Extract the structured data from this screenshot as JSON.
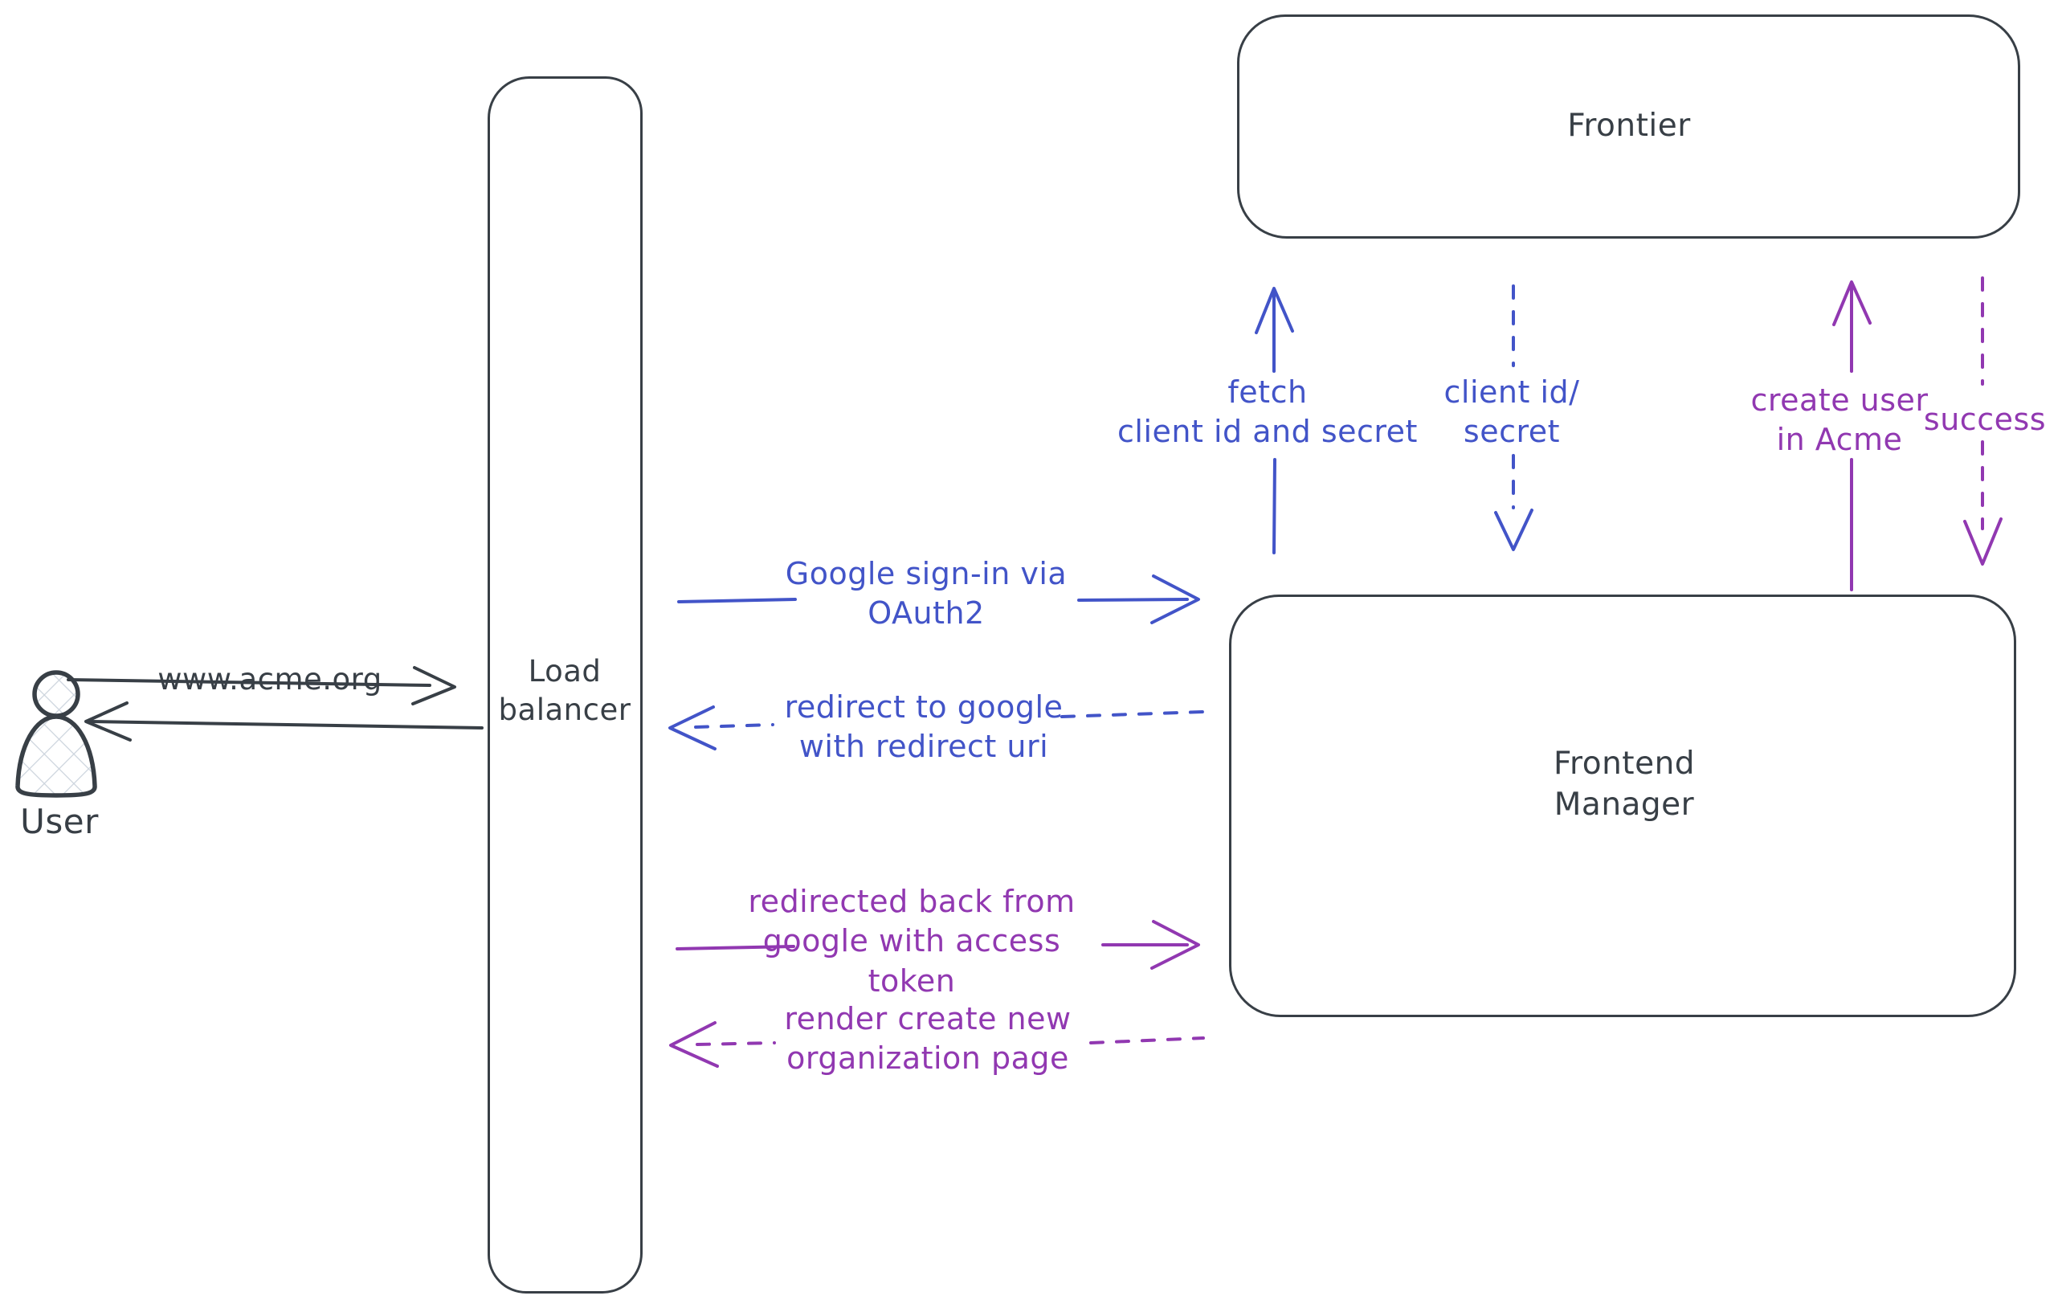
{
  "colors": {
    "ink": "#383f46",
    "blue": "#4254c8",
    "purple": "#9138b1",
    "hatch": "#ccd4dd",
    "background": "#ffffff"
  },
  "nodes": {
    "user": {
      "label": "User"
    },
    "load_balancer": {
      "lines": [
        "Load",
        "balancer"
      ]
    },
    "frontier": {
      "label": "Frontier"
    },
    "frontend_manager": {
      "lines": [
        "Frontend",
        "Manager"
      ]
    }
  },
  "edges": {
    "www_acme": {
      "label": "www.acme.org",
      "style": "solid",
      "color": "ink",
      "from": "User",
      "to": "Load balancer"
    },
    "lb_response": {
      "label": "",
      "style": "solid",
      "color": "ink",
      "from": "Load balancer",
      "to": "User"
    },
    "google_signin": {
      "lines": [
        "Google sign-in via",
        "OAuth2"
      ],
      "style": "solid",
      "color": "blue",
      "from": "Load balancer",
      "to": "Frontend Manager"
    },
    "redirect_google": {
      "lines": [
        "redirect to google",
        "with redirect uri"
      ],
      "style": "dashed",
      "color": "blue",
      "from": "Frontend Manager",
      "to": "Load balancer"
    },
    "redirected_back": {
      "lines": [
        "redirected back from",
        "google with access",
        "token"
      ],
      "style": "solid",
      "color": "purple",
      "from": "Load balancer",
      "to": "Frontend Manager"
    },
    "render_page": {
      "lines": [
        "render create new",
        "organization page"
      ],
      "style": "dashed",
      "color": "purple",
      "from": "Frontend Manager",
      "to": "Load balancer"
    },
    "fetch_secret": {
      "lines": [
        "fetch",
        "client id and secret"
      ],
      "style": "solid",
      "color": "blue",
      "from": "Frontend Manager",
      "to": "Frontier"
    },
    "client_id_secret": {
      "lines": [
        "client id/",
        "secret"
      ],
      "style": "dashed",
      "color": "blue",
      "from": "Frontier",
      "to": "Frontend Manager"
    },
    "create_user": {
      "lines": [
        "create user",
        "in Acme"
      ],
      "style": "solid",
      "color": "purple",
      "from": "Frontend Manager",
      "to": "Frontier"
    },
    "success": {
      "label": "success",
      "style": "dashed",
      "color": "purple",
      "from": "Frontier",
      "to": "Frontend Manager"
    }
  }
}
